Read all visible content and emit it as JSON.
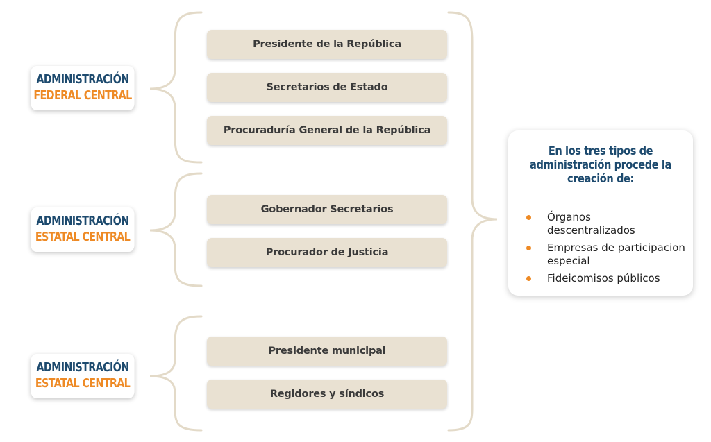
{
  "colors": {
    "navy": "#1d4a6e",
    "orange": "#ee8a25",
    "box_fill": "#e9e1d2",
    "brace": "#e3dac8"
  },
  "groups": [
    {
      "label_line1": "ADMINISTRACIÓN",
      "label_line2": "FEDERAL CENTRAL",
      "items": [
        "Presidente de la República",
        "Secretarios de Estado",
        "Procuraduría General de la República"
      ]
    },
    {
      "label_line1": "ADMINISTRACIÓN",
      "label_line2": "ESTATAL CENTRAL",
      "items": [
        "Gobernador Secretarios",
        "Procurador de Justicia"
      ]
    },
    {
      "label_line1": "ADMINISTRACIÓN",
      "label_line2": "ESTATAL CENTRAL",
      "items": [
        "Presidente municipal",
        "Regidores y síndicos"
      ]
    }
  ],
  "summary": {
    "title_line1": "En los tres tipos de",
    "title_line2": "administración procede la",
    "title_line3": "creación de:",
    "bullets": [
      "Órganos descentralizados",
      "Empresas de participacion especial",
      "Fideicomisos públicos"
    ]
  }
}
